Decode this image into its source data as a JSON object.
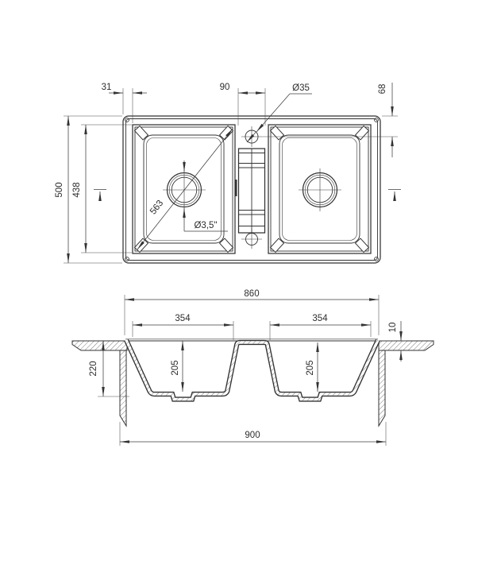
{
  "drawing": {
    "type": "sink-technical-drawing",
    "views": [
      "plan",
      "section"
    ]
  },
  "plan": {
    "dim_rim_offset": "31",
    "dim_center_width": "90",
    "dim_tap_hole": "Ø35",
    "dim_top_offset": "68",
    "dim_overall": "500",
    "dim_bowl_opening": "438",
    "dim_diagonal": "563",
    "dim_drain": "Ø3,5\""
  },
  "section": {
    "dim_sink_width": "860",
    "dim_bowl_left": "354",
    "dim_bowl_right": "354",
    "dim_rim_height": "10",
    "dim_depth_total": "220",
    "dim_bowl_depth_left": "205",
    "dim_bowl_depth_right": "205",
    "dim_overall_width": "900"
  }
}
